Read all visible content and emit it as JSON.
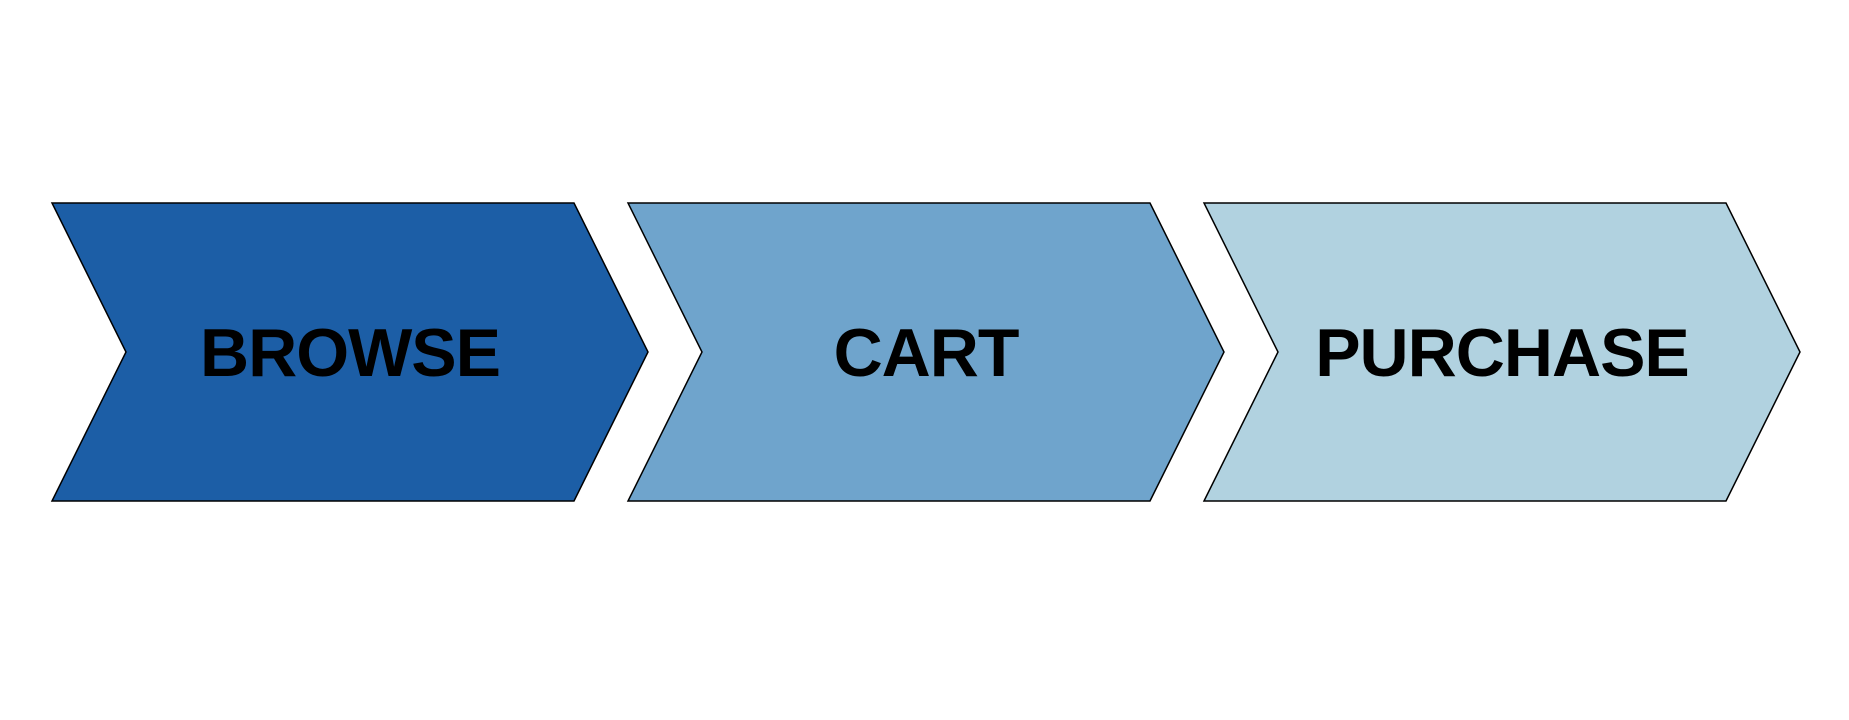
{
  "diagram": {
    "type": "process-flow-chevrons",
    "background_color": "#ffffff",
    "stroke_color": "#000000",
    "text_color": "#000000",
    "steps": [
      {
        "label": "BROWSE",
        "color": "#1C5EA6"
      },
      {
        "label": "CART",
        "color": "#6FA4CC"
      },
      {
        "label": "PURCHASE",
        "color": "#B1D2E0"
      }
    ]
  }
}
